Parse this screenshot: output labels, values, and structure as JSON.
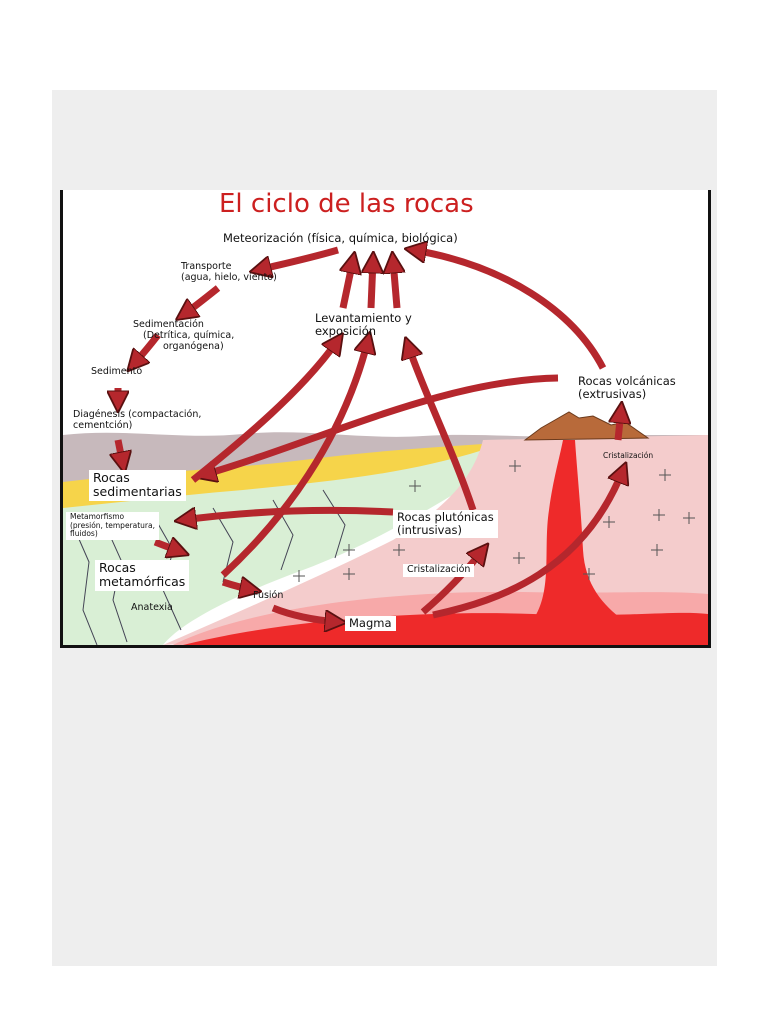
{
  "title": "El ciclo de las rocas",
  "labels": {
    "meteorizacion": "Meteorización (física, química, biológica)",
    "transporte_1": "Transporte",
    "transporte_2": "(agua, hielo, viento)",
    "sedimentacion_1": "Sedimentación",
    "sedimentacion_2": "(Detrítica, química,",
    "sedimentacion_3": "organógena)",
    "sedimento": "Sedimento",
    "diagenesis_1": "Diagénesis (compactación,",
    "diagenesis_2": "cementción)",
    "levantamiento_1": "Levantamiento y",
    "levantamiento_2": "exposición",
    "volcanicas_1": "Rocas volcánicas",
    "volcanicas_2": "(extrusivas)",
    "cristalizacion_top": "Cristalización",
    "sedimentarias_1": "Rocas",
    "sedimentarias_2": "sedimentarias",
    "metamorfismo_1": "Metamorfismo",
    "metamorfismo_2": "(presión, temperatura,",
    "metamorfismo_3": "fluidos)",
    "plutonicas_1": "Rocas plutónicas",
    "plutonicas_2": "(intrusivas)",
    "metamorficas_1": "Rocas",
    "metamorficas_2": "metamórficas",
    "cristalizacion_bottom": "Cristalización",
    "fusion": "Fusión",
    "anatexia": "Anatexia",
    "magma": "Magma"
  },
  "colors": {
    "title": "#cc2020",
    "arrow": "#b5272d",
    "arrow_stroke": "#5a1010",
    "magma": "#ee2a2a",
    "pluton": "#f4cccc",
    "metamorphic": "#d9efd5",
    "sediment_yellow": "#f6d44a",
    "sediment_grey": "#c7b9bc",
    "volcano": "#b86a3a"
  }
}
